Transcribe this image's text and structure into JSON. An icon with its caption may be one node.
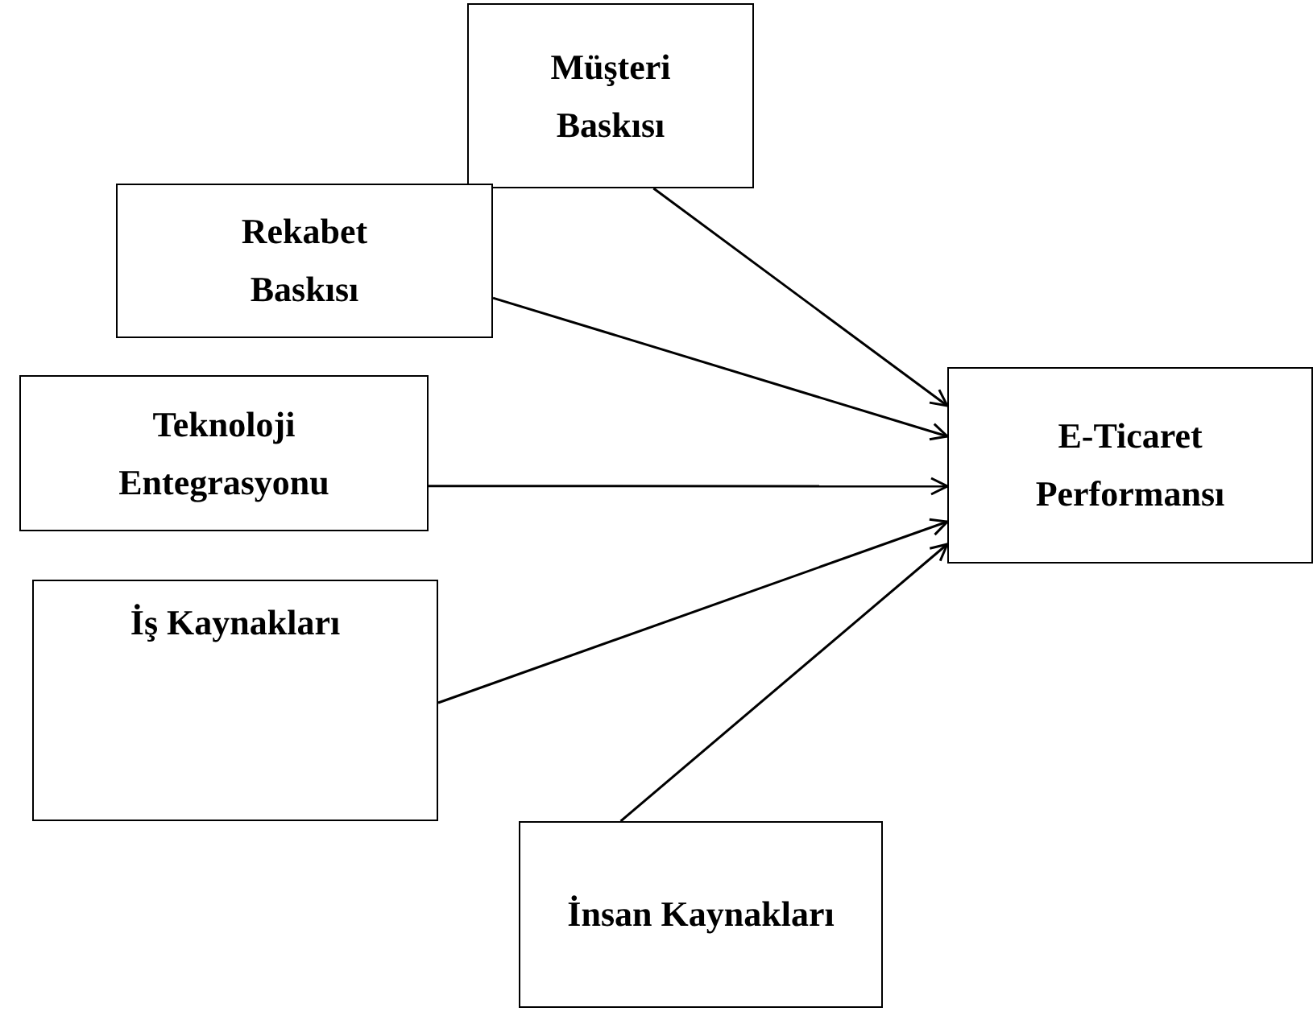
{
  "diagram": {
    "nodes": [
      {
        "text": [
          "Müşteri Baskısı"
        ]
      },
      {
        "text": [
          "Rekabet Baskısı"
        ]
      },
      {
        "text": [
          "Teknoloji Entegrasyonu"
        ]
      },
      {
        "text": [
          "E-Ticaret Performansı"
        ]
      },
      {
        "text": [
          "İş Kaynakları"
        ]
      },
      {
        "text": [
          "İnsan Kaynakları"
        ]
      }
    ],
    "edges": [
      {
        "from": 0,
        "to": 3,
        "arrow": "to"
      },
      {
        "from": 1,
        "to": 3,
        "arrow": "to"
      },
      {
        "from": 2,
        "to": 3,
        "arrow": "to"
      },
      {
        "from": 4,
        "to": 3,
        "arrow": "to"
      },
      {
        "from": 5,
        "to": 3,
        "arrow": "to"
      }
    ]
  }
}
